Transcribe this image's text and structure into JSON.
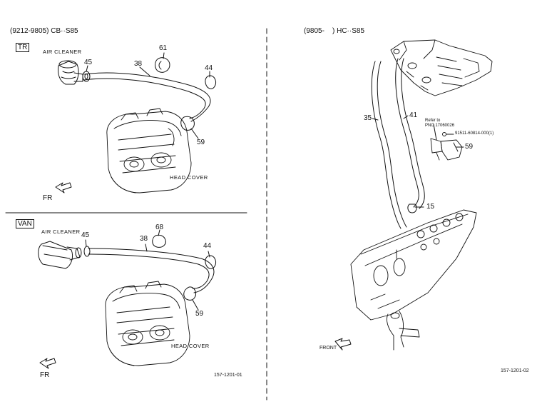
{
  "left_top": {
    "header": "(9212-9805) CB··S85",
    "variant": "TR",
    "air_cleaner": "AIR CLEANER",
    "head_cover": "HEAD COVER",
    "direction": "FR",
    "callouts": [
      "45",
      "38",
      "61",
      "44",
      "59"
    ]
  },
  "left_bottom": {
    "variant": "VAN",
    "air_cleaner": "AIR CLEANER",
    "head_cover": "HEAD COVER",
    "direction": "FR",
    "callouts": [
      "45",
      "38",
      "68",
      "44",
      "59"
    ],
    "diagram_code": "157-1201-01"
  },
  "right": {
    "header_left": "(9805-",
    "header_right": ") HC··S85",
    "callouts": [
      "35",
      "41",
      "59",
      "15"
    ],
    "refer_line1": "Refer to",
    "refer_line2": "PNC 17060026",
    "part_number": "91511-60814-000(1)",
    "direction": "FRONT",
    "diagram_code": "157-1201-02"
  }
}
